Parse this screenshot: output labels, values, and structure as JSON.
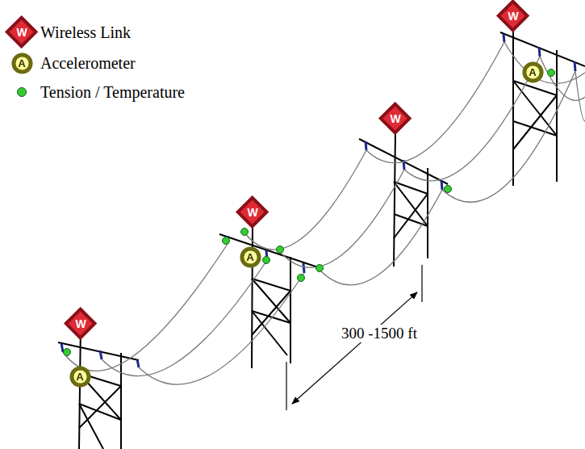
{
  "diagram": {
    "nodes": [
      {
        "text": [
          "W"
        ]
      },
      {
        "text": [
          "A"
        ]
      },
      {
        "text": [
          "W"
        ]
      },
      {
        "text": [
          "A"
        ]
      },
      {
        "text": [
          "W"
        ]
      },
      {
        "text": [
          "W"
        ]
      },
      {
        "text": [
          "A"
        ]
      },
      {
        "text": [
          "W"
        ]
      },
      {
        "text": [
          "A"
        ]
      }
    ],
    "labels": [
      "300 -1500 ft"
    ],
    "legend": [
      {
        "text": "Wireless Link"
      },
      {
        "text": "Accelerometer"
      },
      {
        "text": "Tension / Temperature",
        "color": "#33cc33"
      }
    ]
  }
}
